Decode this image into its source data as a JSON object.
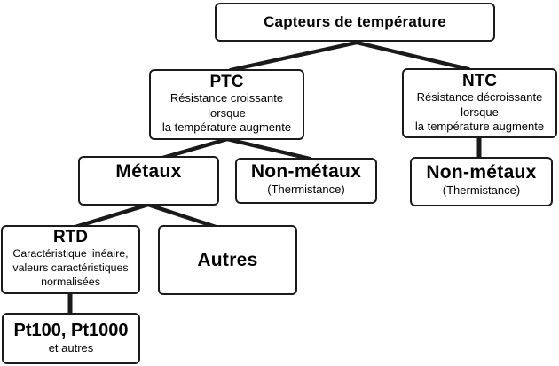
{
  "diagram": {
    "colors": {
      "box_border": "#1b1b1b",
      "connector": "#1a1a1a",
      "text": "#000000",
      "background": "#ffffff"
    },
    "nodes": {
      "root": {
        "title": "Capteurs de température"
      },
      "ptc": {
        "title": "PTC",
        "lines": [
          "Résistance croissante",
          "lorsque",
          "la température augmente"
        ]
      },
      "ntc": {
        "title": "NTC",
        "lines": [
          "Résistance décroissante",
          "lorsque",
          "la température augmente"
        ]
      },
      "metaux": {
        "title": "Métaux"
      },
      "non_metaux_ptc": {
        "title": "Non-métaux",
        "subtitle": "(Thermistance)"
      },
      "non_metaux_ntc": {
        "title": "Non-métaux",
        "subtitle": "(Thermistance)"
      },
      "rtd": {
        "title": "RTD",
        "lines": [
          "Caractéristique linéaire,",
          "valeurs caractéristiques",
          "normalisées"
        ]
      },
      "autres": {
        "title": "Autres"
      },
      "pt100": {
        "title": "Pt100, Pt1000",
        "subtitle": "et autres"
      }
    }
  }
}
